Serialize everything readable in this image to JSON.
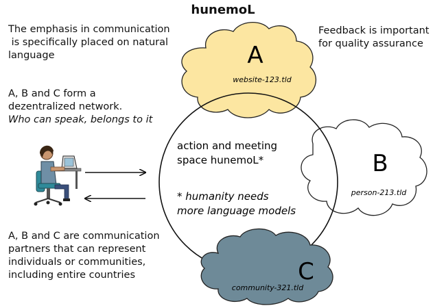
{
  "title": "hunemoL",
  "left_texts": {
    "intro_lines": [
      "The emphasis in communication",
      " is specifically placed on natural",
      "language"
    ],
    "network_lines": [
      "A, B and C form a",
      "dezentralized network."
    ],
    "network_italic": "Who can speak, belongs to it",
    "partners_lines": [
      "A, B and C are communication",
      "partners that can represent",
      "individuals or communities,",
      "including entire countries"
    ]
  },
  "feedback_lines": [
    "Feedback is important",
    "for quality assurance"
  ],
  "center": {
    "lines": [
      "action and meeting",
      "space hunemoL*"
    ],
    "footnote_lines": [
      "* humanity needs",
      "more language models"
    ]
  },
  "clouds": [
    {
      "letter": "A",
      "label": "website-123.tld",
      "color": "#fce6a1"
    },
    {
      "letter": "B",
      "label": "person-213.tld",
      "color": "#ffffff"
    },
    {
      "letter": "C",
      "label": "community-321.tld",
      "color": "#6e8a98"
    }
  ],
  "icons": {
    "person": "person-at-laptop-icon",
    "arrow_right": "arrow-right-icon",
    "arrow_left": "arrow-left-icon"
  }
}
